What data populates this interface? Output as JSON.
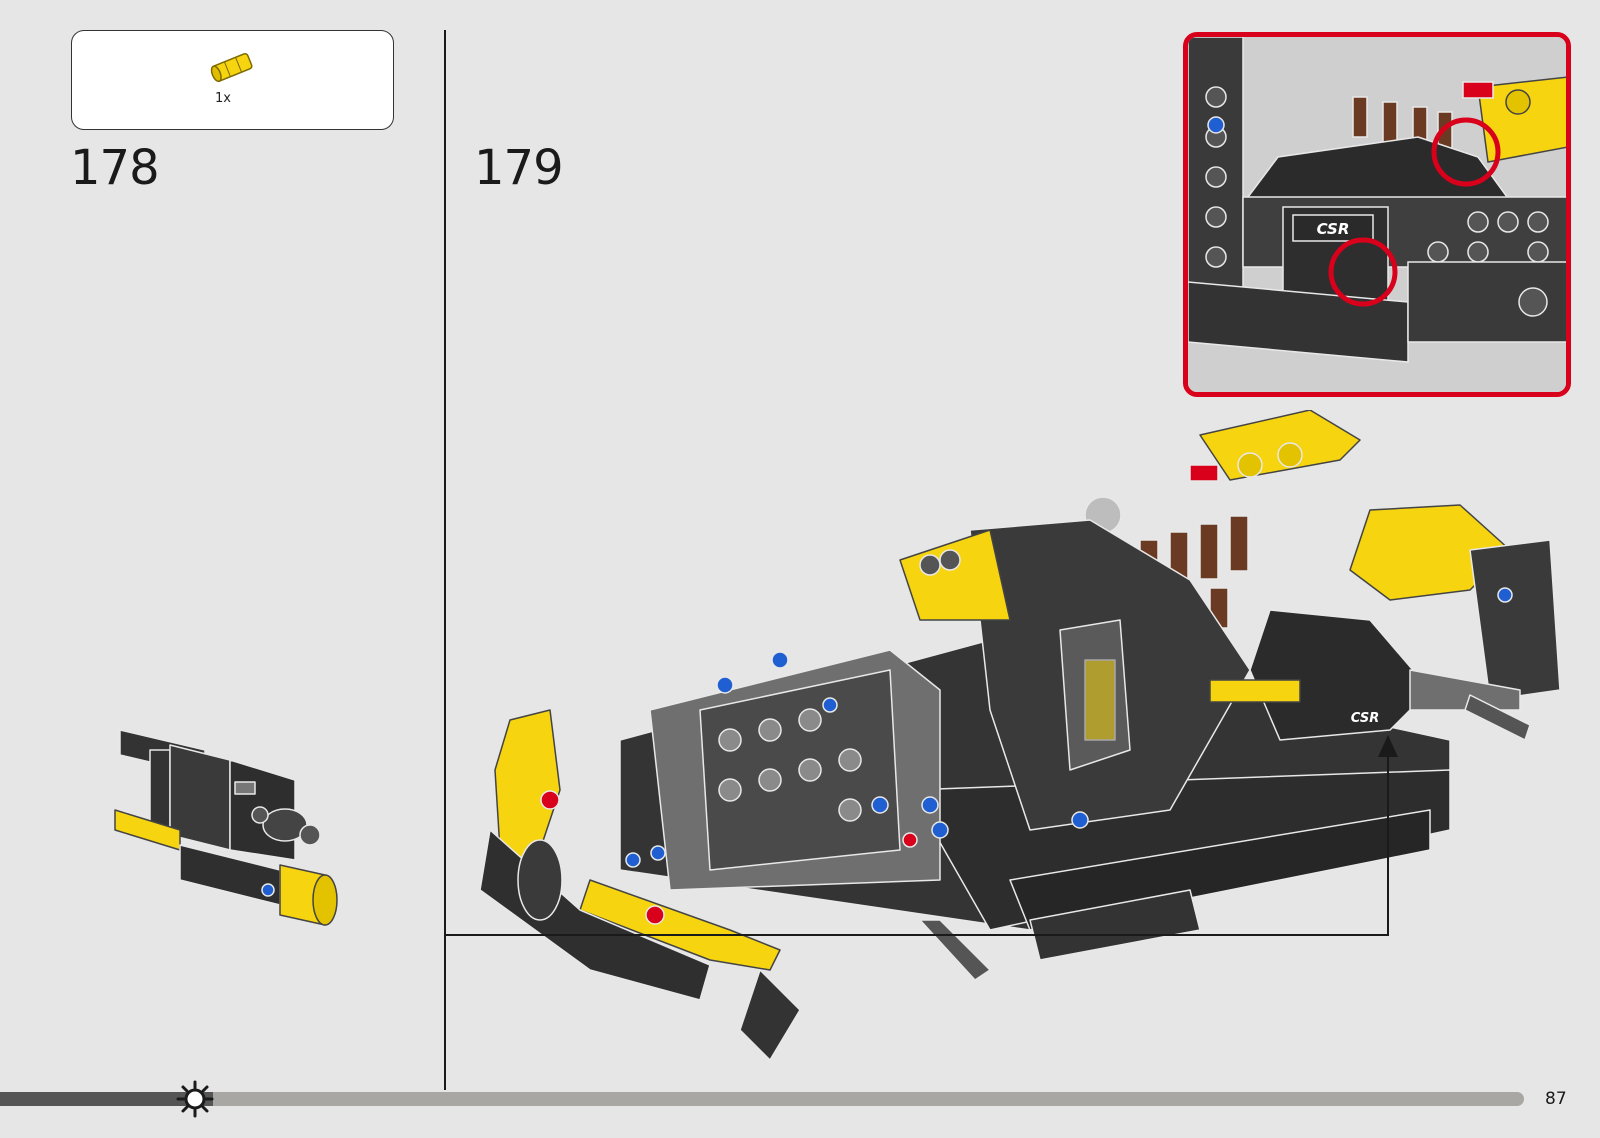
{
  "parts_callout": {
    "items": [
      {
        "icon": "yellow-axle-connector-icon",
        "quantity": "1x"
      }
    ]
  },
  "steps": [
    {
      "number": "178"
    },
    {
      "number": "179"
    }
  ],
  "detail_inset": {
    "label": "CSR",
    "highlight_color": "#d9001b"
  },
  "model": {
    "label": "CSR",
    "colors": {
      "yellow": "#f6d40f",
      "dark": "#333333",
      "grey": "#9a9a9a",
      "blue": "#1f5fd1",
      "red": "#d9001b",
      "brown": "#6b3a22"
    }
  },
  "footer": {
    "progress": 0.14,
    "page_number": "87",
    "icon": "sun-gear-icon"
  }
}
